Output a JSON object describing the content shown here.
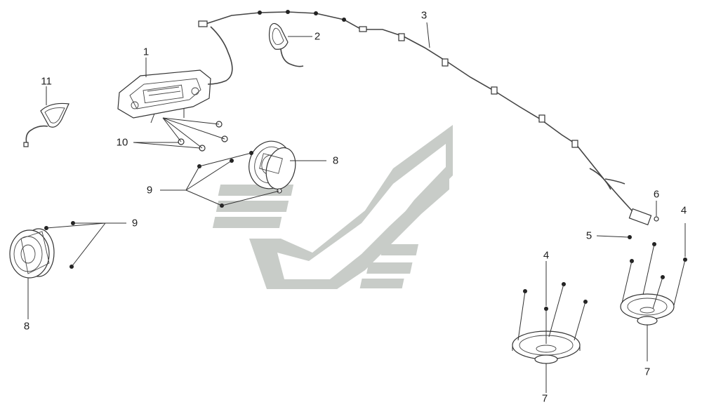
{
  "diagram": {
    "callouts": [
      {
        "id": "c1",
        "label": "1"
      },
      {
        "id": "c2",
        "label": "2"
      },
      {
        "id": "c3",
        "label": "3"
      },
      {
        "id": "c4a",
        "label": "4"
      },
      {
        "id": "c4b",
        "label": "4"
      },
      {
        "id": "c5",
        "label": "5"
      },
      {
        "id": "c6",
        "label": "6"
      },
      {
        "id": "c7a",
        "label": "7"
      },
      {
        "id": "c7b",
        "label": "7"
      },
      {
        "id": "c8a",
        "label": "8"
      },
      {
        "id": "c8b",
        "label": "8"
      },
      {
        "id": "c9a",
        "label": "9"
      },
      {
        "id": "c9b",
        "label": "9"
      },
      {
        "id": "c10",
        "label": "10"
      },
      {
        "id": "c11",
        "label": "11"
      }
    ],
    "colors": {
      "line": "#333333",
      "watermark": "#c8ccc8",
      "background": "#ffffff"
    }
  }
}
